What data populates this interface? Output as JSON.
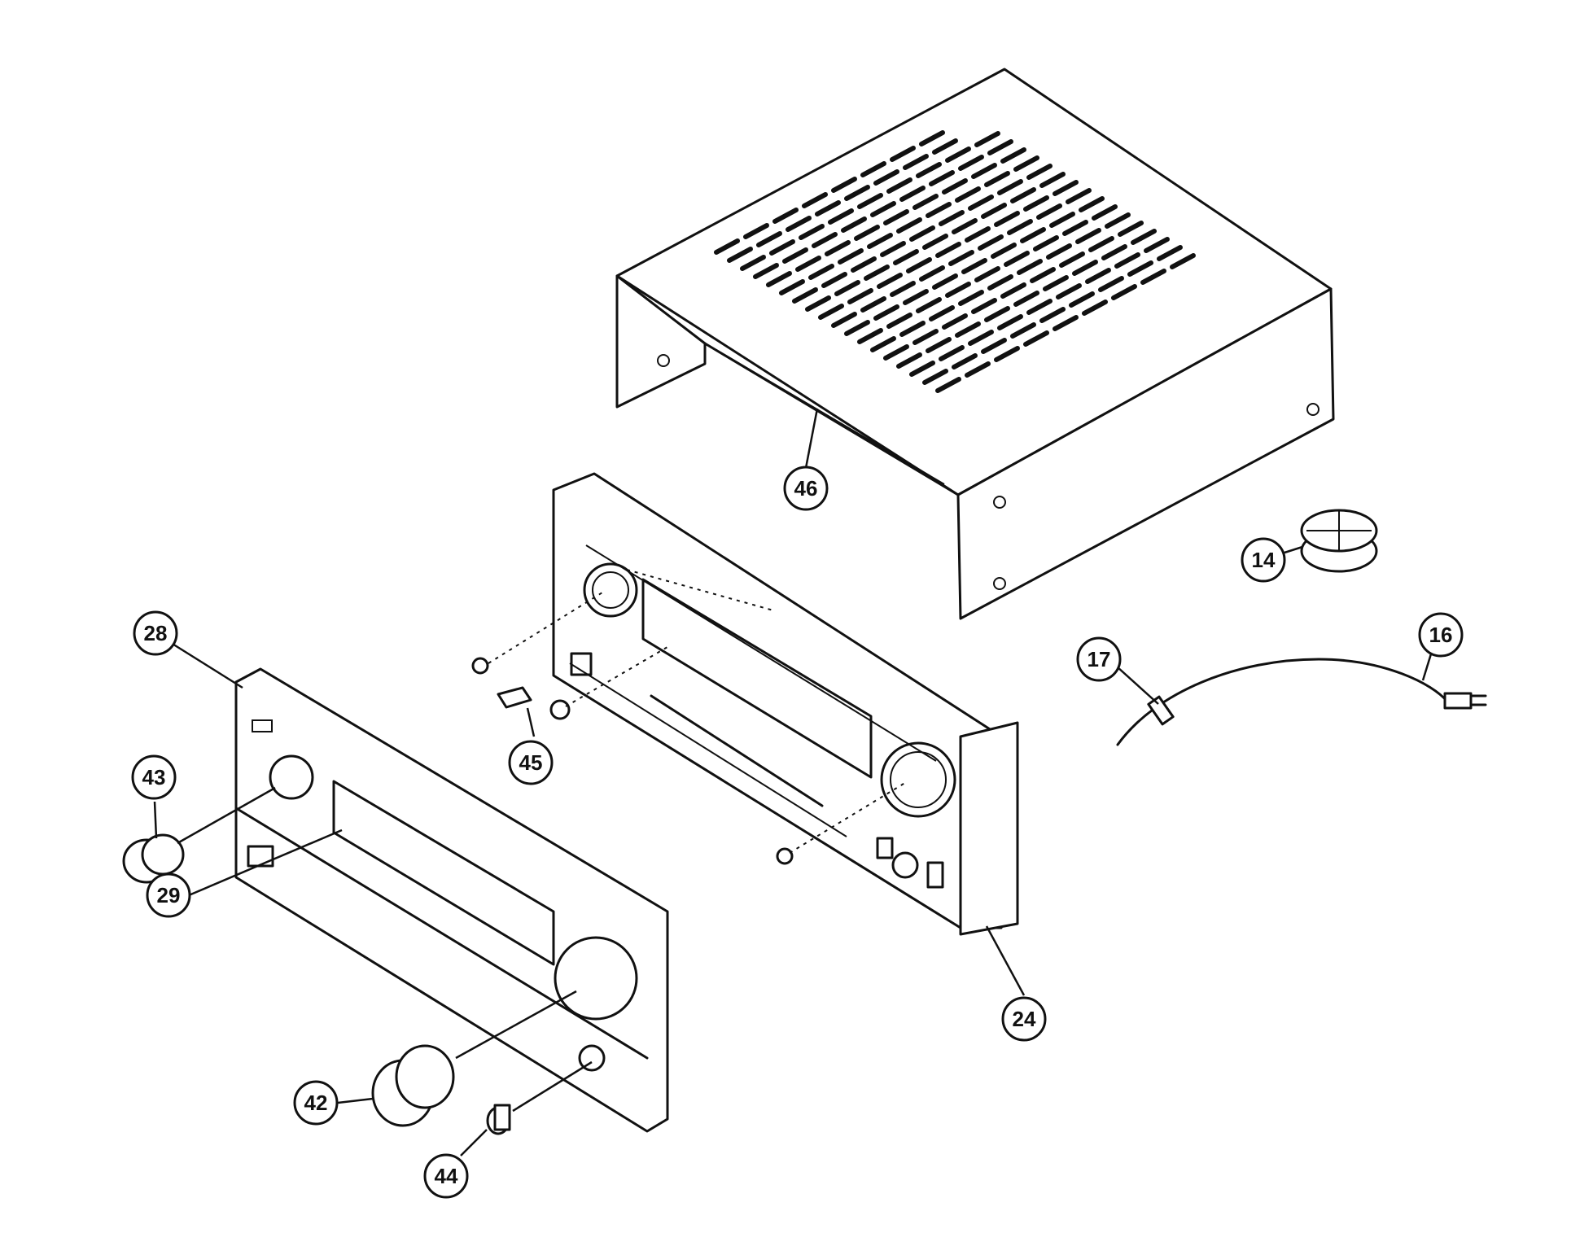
{
  "callouts": [
    {
      "id": "46",
      "label": "46",
      "part": "top cover"
    },
    {
      "id": "14",
      "label": "14",
      "part": "foot"
    },
    {
      "id": "16",
      "label": "16",
      "part": "power cord"
    },
    {
      "id": "17",
      "label": "17",
      "part": "cord bushing"
    },
    {
      "id": "24",
      "label": "24",
      "part": "front bracket"
    },
    {
      "id": "28",
      "label": "28",
      "part": "front panel"
    },
    {
      "id": "29",
      "label": "29",
      "part": "window"
    },
    {
      "id": "43",
      "label": "43",
      "part": "small knob"
    },
    {
      "id": "42",
      "label": "42",
      "part": "large knob"
    },
    {
      "id": "44",
      "label": "44",
      "part": "button knob"
    },
    {
      "id": "45",
      "label": "45",
      "part": "button"
    }
  ]
}
